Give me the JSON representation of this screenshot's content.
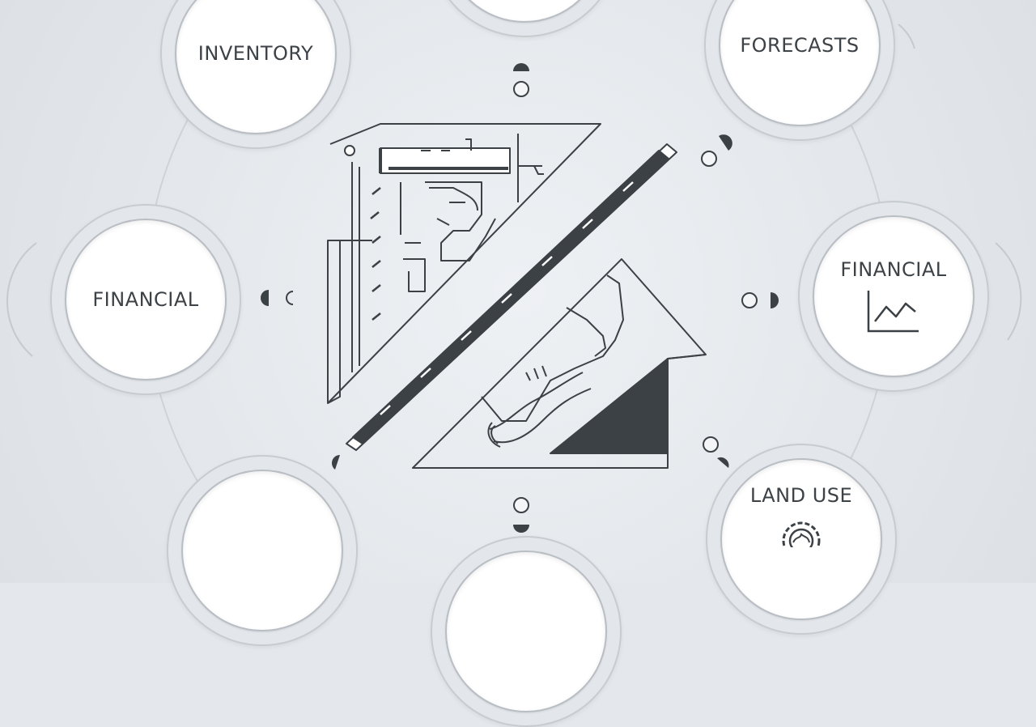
{
  "nodes": {
    "inventory": {
      "label": "INVENTORY"
    },
    "forecasts": {
      "label": "FORECASTS"
    },
    "financial_left": {
      "label": "FINANCIAL"
    },
    "financial_right": {
      "label": "FINANCIAL",
      "icon": "line-chart-icon"
    },
    "land_use": {
      "label": "LAND USE",
      "icon": "gear-globe-icon"
    },
    "top": {
      "label": ""
    },
    "bottom": {
      "label": ""
    },
    "bottom_left": {
      "label": ""
    }
  },
  "center": {
    "icon": "airport-layout-plan-icon"
  },
  "colors": {
    "background": "#e4e8ec",
    "line": "#3c4146",
    "ring": "#c7ccd1",
    "fill": "#3c4146"
  }
}
